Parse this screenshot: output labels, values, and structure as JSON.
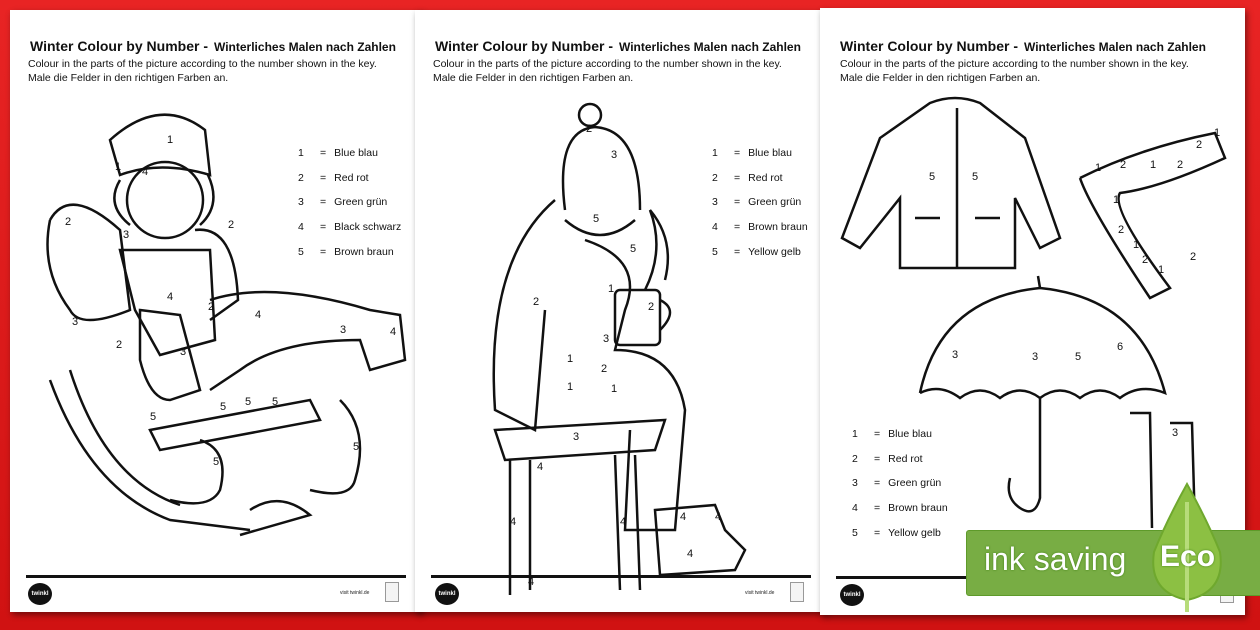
{
  "background_color": "#e31b1b",
  "pages": [
    {
      "title": "Winter Colour by Number -",
      "subtitle": "Winterliches Malen nach Zahlen",
      "instructions": [
        "Colour in the parts of the picture according to the number shown in the key.",
        "Male die Felder in den richtigen Farben an."
      ],
      "key": [
        {
          "n": "1",
          "sep": "=",
          "label": "Blue blau"
        },
        {
          "n": "2",
          "sep": "=",
          "label": "Red rot"
        },
        {
          "n": "3",
          "sep": "=",
          "label": "Green grün"
        },
        {
          "n": "4",
          "sep": "=",
          "label": "Black schwarz"
        },
        {
          "n": "5",
          "sep": "=",
          "label": "Brown braun"
        }
      ],
      "picture_numbers": [
        "1",
        "1",
        "4",
        "2",
        "3",
        "2",
        "4",
        "2",
        "4",
        "3",
        "2",
        "3",
        "3",
        "4",
        "5",
        "5",
        "5",
        "5",
        "5",
        "5"
      ],
      "footer": {
        "logo": "twinkl",
        "visit": "visit twinkl.de"
      }
    },
    {
      "title": "Winter Colour by Number -",
      "subtitle": "Winterliches Malen nach Zahlen",
      "instructions": [
        "Colour in the parts of the picture according to the number shown in the key.",
        "Male die Felder in den richtigen Farben an."
      ],
      "key": [
        {
          "n": "1",
          "sep": "=",
          "label": "Blue blau"
        },
        {
          "n": "2",
          "sep": "=",
          "label": "Red rot"
        },
        {
          "n": "3",
          "sep": "=",
          "label": "Green grün"
        },
        {
          "n": "4",
          "sep": "=",
          "label": "Brown braun"
        },
        {
          "n": "5",
          "sep": "=",
          "label": "Yellow gelb"
        }
      ],
      "picture_numbers": [
        "2",
        "3",
        "5",
        "5",
        "1",
        "2",
        "2",
        "3",
        "1",
        "2",
        "1",
        "1",
        "3",
        "4",
        "4",
        "4",
        "4",
        "4",
        "4",
        "4"
      ],
      "footer": {
        "logo": "twinkl",
        "visit": "visit twinkl.de"
      }
    },
    {
      "title": "Winter Colour by Number -",
      "subtitle": "Winterliches Malen nach Zahlen",
      "instructions": [
        "Colour in the parts of the picture according to the number shown in the key.",
        "Male die Felder in den richtigen Farben an."
      ],
      "key": [
        {
          "n": "1",
          "sep": "=",
          "label": "Blue blau"
        },
        {
          "n": "2",
          "sep": "=",
          "label": "Red rot"
        },
        {
          "n": "3",
          "sep": "=",
          "label": "Green grün"
        },
        {
          "n": "4",
          "sep": "=",
          "label": "Brown braun"
        },
        {
          "n": "5",
          "sep": "=",
          "label": "Yellow gelb"
        }
      ],
      "picture_numbers": [
        "5",
        "5",
        "1",
        "2",
        "1",
        "2",
        "1",
        "2",
        "1",
        "2",
        "1",
        "2",
        "1",
        "2",
        "3",
        "5",
        "6",
        "3",
        "3"
      ],
      "footer": {
        "logo": "twinkl"
      }
    }
  ],
  "eco_badge": {
    "label": "ink saving",
    "tag": "Eco",
    "color": "#78ad44"
  }
}
